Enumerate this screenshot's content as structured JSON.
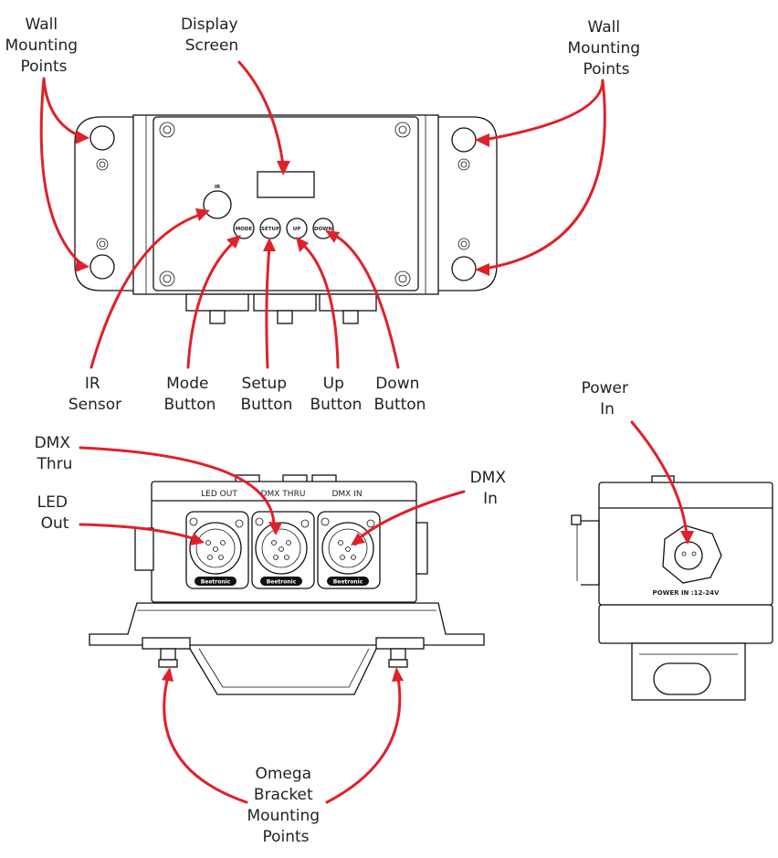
{
  "labels": {
    "wall_left": [
      "Wall",
      "Mounting",
      "Points"
    ],
    "display": [
      "Display",
      "Screen"
    ],
    "wall_right": [
      "Wall",
      "Mounting",
      "Points"
    ],
    "ir": [
      "IR",
      "Sensor"
    ],
    "mode": [
      "Mode",
      "Button"
    ],
    "setup": [
      "Setup",
      "Button"
    ],
    "up": [
      "Up",
      "Button"
    ],
    "down": [
      "Down",
      "Button"
    ],
    "dmx_thru": [
      "DMX",
      "Thru"
    ],
    "led_out": [
      "LED",
      "Out"
    ],
    "dmx_in": [
      "DMX",
      "In"
    ],
    "power_in": [
      "Power",
      "In"
    ],
    "omega": [
      "Omega",
      "Bracket",
      "Mounting",
      "Points"
    ]
  },
  "device_text": {
    "ir": "IR",
    "mode": "MODE",
    "setup": "SETUP",
    "up": "UP",
    "down": "DOWN",
    "led_out_port": "LED OUT",
    "dmx_thru_port": "DMX THRU",
    "dmx_in_port": "DMX IN",
    "brand": "Beetronic",
    "power_rating": "POWER IN :12-24V"
  },
  "colors": {
    "arrow": "#e0202a",
    "line": "#111111"
  }
}
